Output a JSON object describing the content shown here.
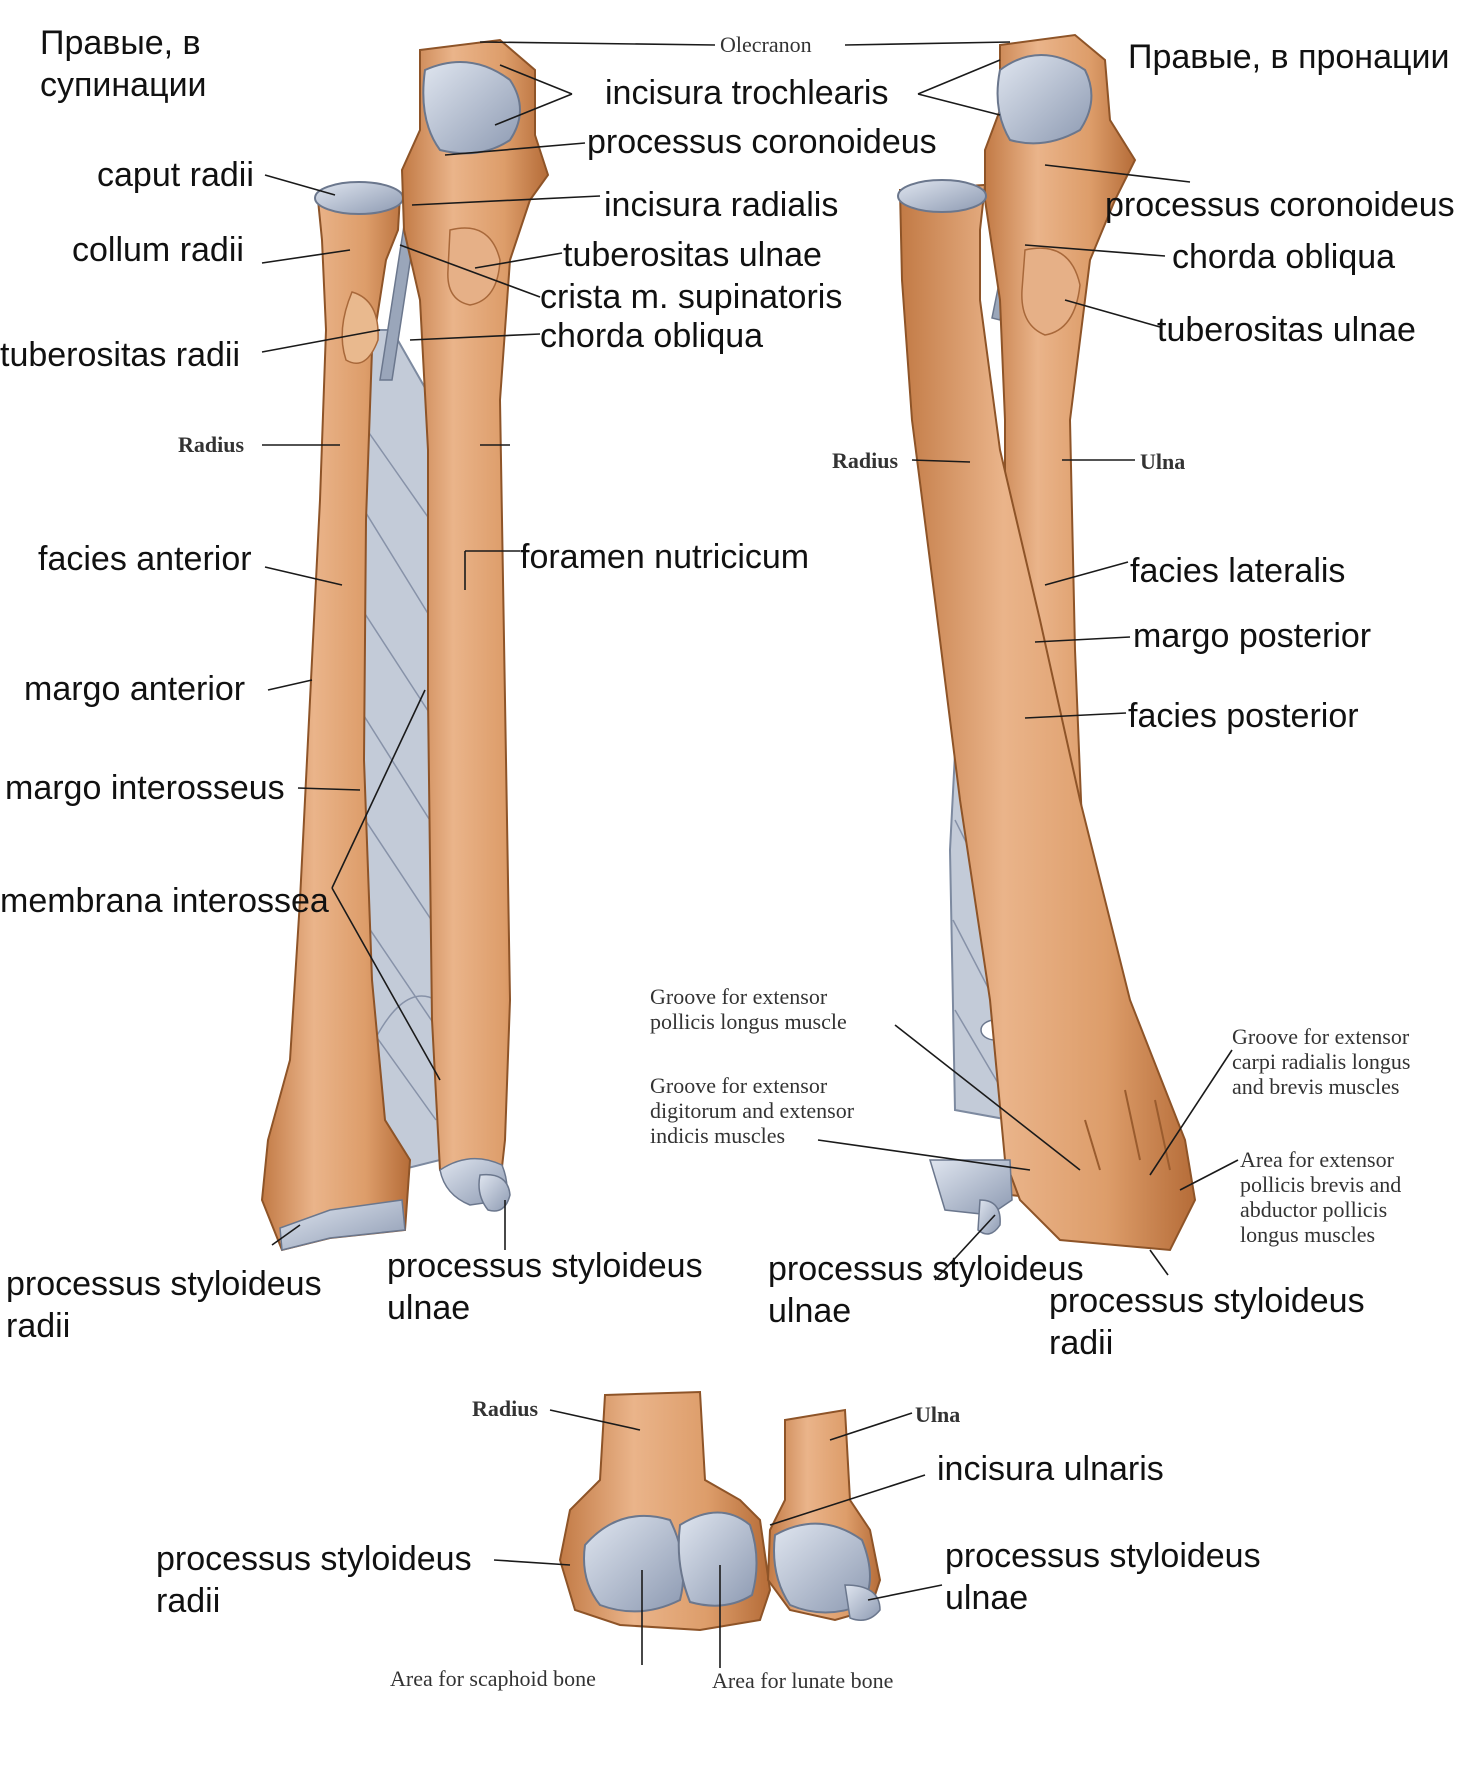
{
  "headings": {
    "supination": "Правые, в\nсупинации",
    "pronation": "Правые, в пронации"
  },
  "labels_supination": {
    "olecranon": "Olecranon",
    "incisura_trochlearis": "incisura trochlearis",
    "processus_coronoideus": "processus coronoideus",
    "caput_radii": "caput radii",
    "incisura_radialis": "incisura radialis",
    "collum_radii": "collum radii",
    "tuberositas_ulnae": "tuberositas ulnae",
    "crista_supinatoris": "crista m. supinatoris",
    "chorda_obliqua": "chorda obliqua",
    "tuberositas_radii": "tuberositas radii",
    "radius": "Radius",
    "facies_anterior": "facies anterior",
    "foramen_nutricium": "foramen nutricicum",
    "margo_anterior": "margo anterior",
    "margo_interosseus": "margo interosseus",
    "membrana_interossea": "membrana interossea",
    "processus_styloideus_radii": "processus styloideus\nradii",
    "processus_styloideus_ulnae": "processus styloideus\nulnae"
  },
  "labels_pronation": {
    "processus_coronoideus": "processus coronoideus",
    "chorda_obliqua": "chorda obliqua",
    "tuberositas_ulnae": "tuberositas ulnae",
    "radius": "Radius",
    "ulna": "Ulna",
    "facies_lateralis": "facies lateralis",
    "margo_posterior": "margo posterior",
    "facies_posterior": "facies posterior",
    "groove_epl": "Groove for extensor\npollicis longus muscle",
    "groove_ecr": "Groove for extensor\ncarpi radialis longus\nand brevis muscles",
    "groove_ed": "Groove for extensor\ndigitorum and extensor\nindicis muscles",
    "area_epb": "Area for extensor\npollicis brevis and\nabductor pollicis\nlongus muscles",
    "processus_styloideus_ulnae": "processus styloideus\nulnae",
    "processus_styloideus_radii": "processus styloideus\nradii"
  },
  "labels_distal": {
    "radius": "Radius",
    "ulna": "Ulna",
    "incisura_ulnaris": "incisura ulnaris",
    "processus_styloideus_radii": "processus styloideus\nradii",
    "processus_styloideus_ulnae": "processus styloideus\nulnae",
    "area_scaphoid": "Area for scaphoid bone",
    "area_lunate": "Area for lunate bone"
  },
  "colors": {
    "bone": "#dea072",
    "bone_dark": "#b8703e",
    "bone_light": "#f2c9a2",
    "cartilage": "#aeb9cc",
    "membrane": "#c2cad6",
    "leader": "#1a1a1a"
  }
}
